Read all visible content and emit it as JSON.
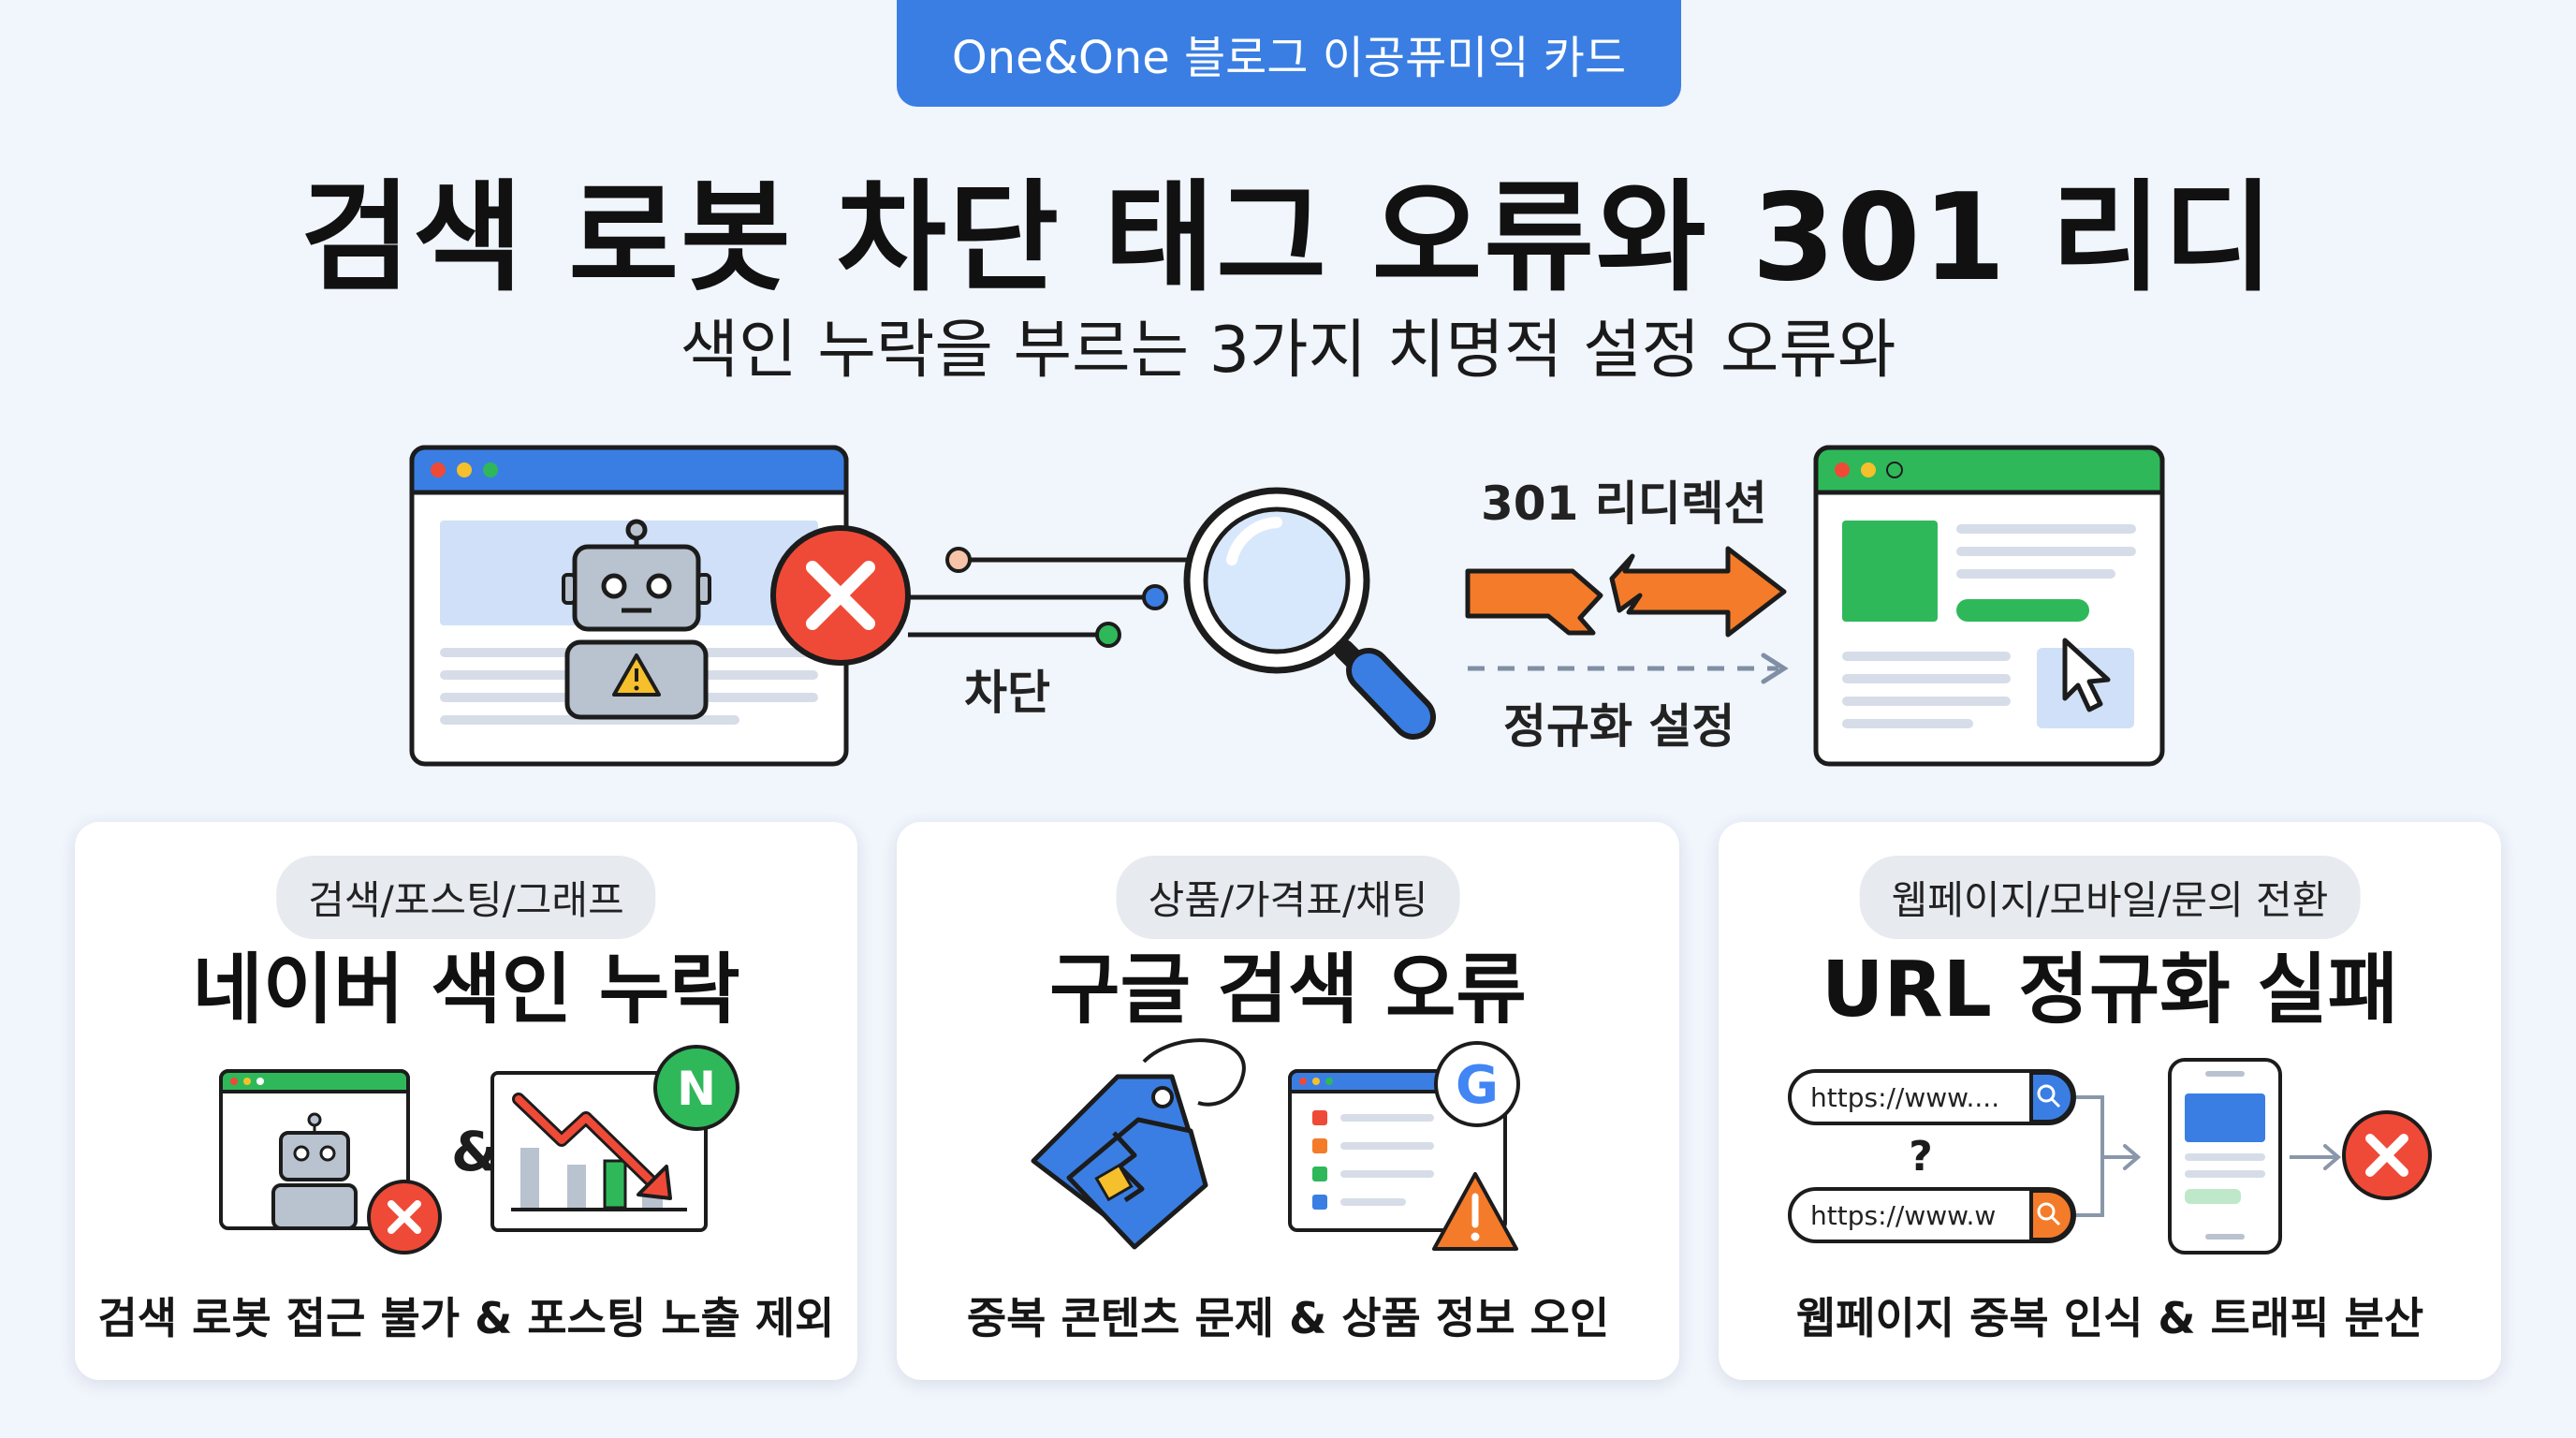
{
  "badge": "One&One 블로그 이공퓨미익 카드",
  "title": "검색 로봇 차단 태그 오류와 301 리디",
  "subtitle": "색인 누락을 부르는 3가지 치명적 설정 오류와",
  "hero": {
    "block_label": "차단",
    "redirect_label": "301 리디렉션",
    "canonical_label": "정규화 설정"
  },
  "cards": [
    {
      "tag": "검색/포스팅/그래프",
      "title": "네이버 색인 누락",
      "desc": "검색 로봇 접근 불가 & 포스팅 노출 제외",
      "ampersand": "&",
      "naver_letter": "N"
    },
    {
      "tag": "상품/가격표/채팅",
      "title": "구글 검색 오류",
      "desc": "중복 콘텐츠 문제 & 상품 정보 오인",
      "google_letter": "G"
    },
    {
      "tag": "웹페이지/모바일/문의 전환",
      "title": "URL 정규화 실패",
      "desc": "웹페이지 중복 인식 & 트래픽 분산",
      "url_a": "https://www....",
      "url_b": "https://www.w",
      "question": "?"
    }
  ],
  "colors": {
    "accent_blue": "#3a7ee3",
    "error_red": "#ef4a37",
    "arrow_orange": "#f47b2a",
    "browser_green": "#2fb85a",
    "background": "#f1f5fc"
  }
}
